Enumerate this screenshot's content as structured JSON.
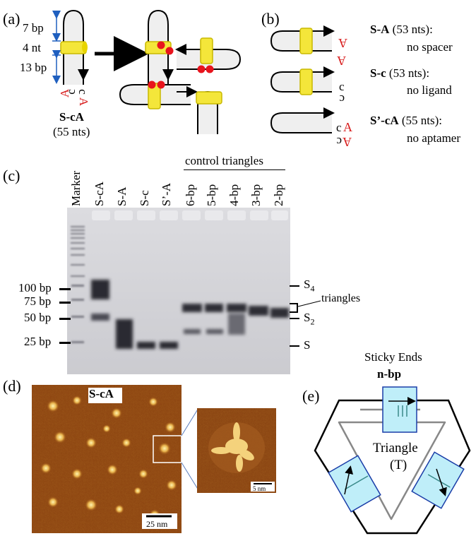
{
  "panel_a": {
    "label": "(a)",
    "seg_top": "7 bp",
    "seg_mid": "4 nt",
    "seg_bot": "13 bp",
    "end_left": "A",
    "end_c": "c",
    "end_c_flip": "c",
    "end_a_flip": "A",
    "name": "S-cA",
    "length": "(55 nts)"
  },
  "panel_b": {
    "label": "(b)",
    "rows": [
      {
        "name": "S-A",
        "length": " (53 nts):",
        "note": "no spacer"
      },
      {
        "name": "S-c",
        "length": " (53 nts):",
        "note": "no ligand"
      },
      {
        "name": "S’-cA",
        "length": " (55 nts):",
        "note": "no aptamer"
      }
    ]
  },
  "panel_c": {
    "label": "(c)",
    "group_label": "control triangles",
    "lanes": [
      "Marker",
      "S-cA",
      "S-A",
      "S-c",
      "S’-A",
      "6-bp",
      "5-bp",
      "4-bp",
      "3-bp",
      "2-bp"
    ],
    "markers": [
      "100 bp",
      "75 bp",
      "50 bp",
      "25 bp"
    ],
    "right_labels": {
      "s4_main": "S",
      "s4_sub": "4",
      "triangles": "triangles",
      "s2_main": "S",
      "s2_sub": "2",
      "s": "S"
    }
  },
  "panel_d": {
    "label": "(d)",
    "image_label": "S-cA",
    "scale_main": "25 nm",
    "scale_inset": "5 nm"
  },
  "panel_e": {
    "label": "(e)",
    "title": "Sticky Ends",
    "subtitle": "n-bp",
    "center": "Triangle",
    "center_sub": "(T)"
  }
}
